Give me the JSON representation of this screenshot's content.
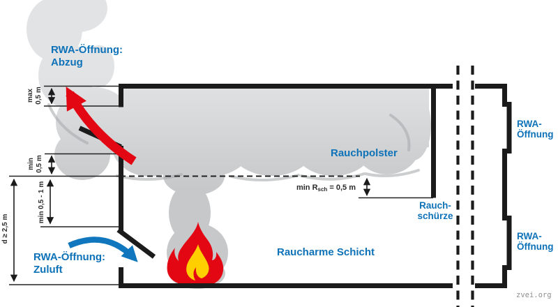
{
  "labels": {
    "exhaust": {
      "line1": "RWA-Öffnung:",
      "line2": "Abzug"
    },
    "supply": {
      "line1": "RWA-Öffnung:",
      "line2": "Zuluft"
    },
    "smoke_layer": "Rauchpolster",
    "low_smoke_layer": "Raucharme Schicht",
    "curtain": {
      "line1": "Rauch-",
      "line2": "schürze"
    },
    "opening_top": {
      "line1": "RWA-",
      "line2": "Öffnung"
    },
    "opening_bottom": {
      "line1": "RWA-",
      "line2": "Öffnung"
    }
  },
  "dims": {
    "max_top": {
      "col1": "max",
      "col2": "0,5 m"
    },
    "min_upper": {
      "col1": "min",
      "col2": "0,5 m"
    },
    "min_range": "min 0,5 - 1 m",
    "height": "d ≥ 2,5 m",
    "rsch": {
      "pre": "min R",
      "sub": "sch",
      "post": " = 0,5 m"
    }
  },
  "watermark": "zvei.org",
  "colors": {
    "label_blue": "#0e72b8",
    "arrow_red": "#e30613",
    "flame_red": "#e30613",
    "flame_yellow": "#ffcf00",
    "smoke_gray_light": "#e0e1e3",
    "smoke_gray_dark": "#c7c9cb",
    "structure_black": "#1b1b1b",
    "dimension_text": "#2e2e2e",
    "watermark_gray": "#8e8e8e"
  }
}
